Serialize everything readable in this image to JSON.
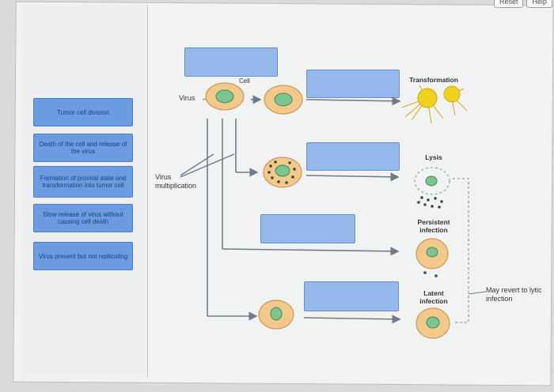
{
  "toolbar": {
    "reset_label": "Reset",
    "help_label": "Help"
  },
  "answer_bank": [
    "Tumor cell division",
    "Death of the cell and release of the virus",
    "Formation of proviral state and transformation into tumor cell",
    "Slow release of virus without causing cell death",
    "Virus present but not replicating"
  ],
  "diagram": {
    "virus_label": "Virus",
    "cell_label": "Cell",
    "multiplication_label": "Virus multiplication",
    "outcomes": [
      "Transformation",
      "Lysis",
      "Persistent infection",
      "Latent infection"
    ],
    "revert_label": "May revert to lytic infection"
  },
  "colors": {
    "chip": "#6b9be0",
    "drop_target": "#94b7ec",
    "cell": "#f2c98a",
    "nucleus": "#7cc58f",
    "tumor": "#f0d21e",
    "arrow": "#6e7a8a"
  }
}
